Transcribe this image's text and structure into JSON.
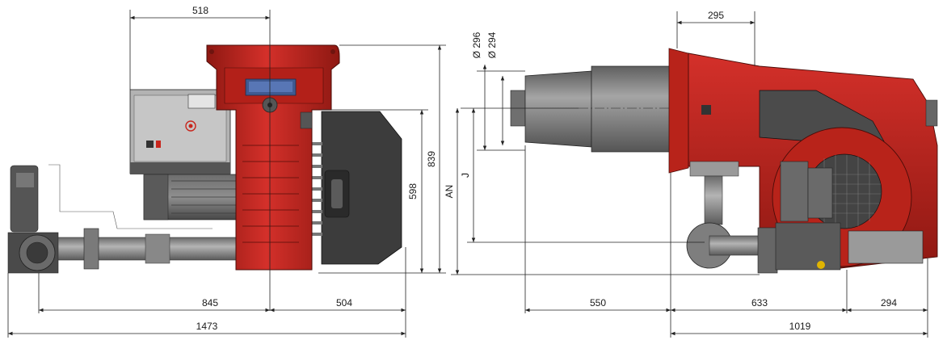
{
  "front_view": {
    "dims": {
      "top_width": "518",
      "height_inner": "598",
      "height_outer": "839",
      "left_to_axis": "845",
      "axis_to_right": "504",
      "overall_width": "1473"
    }
  },
  "side_view": {
    "dims": {
      "top_offset": "295",
      "diameter_outer": "Ø 296",
      "diameter_inner": "Ø 294",
      "label_j": "J",
      "label_an": "AN",
      "tube_length": "550",
      "body_length": "633",
      "rear_length": "294",
      "overall_length": "1019"
    }
  },
  "colors": {
    "burner_red": "#c8251c",
    "burner_red_dark": "#8e1812",
    "housing_grey": "#3c3c3c",
    "panel_grey": "#9a9a9a",
    "pipe_grey": "#8c8c8c",
    "tube_grey": "#7b7b7b"
  }
}
